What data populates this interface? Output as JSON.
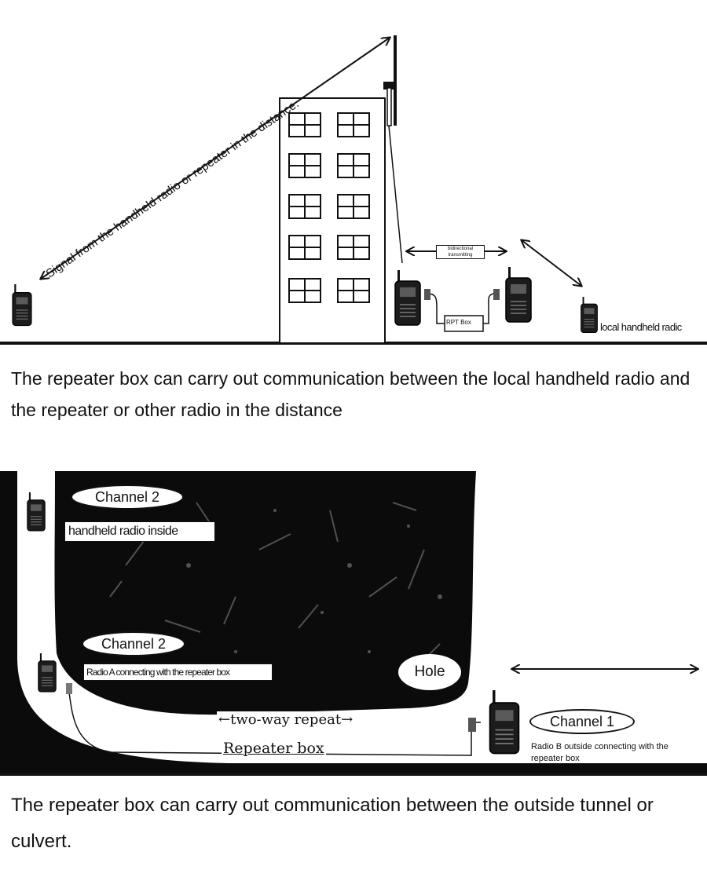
{
  "diagram1": {
    "signal_label": "Signal from the handheld radio or repeater in the distance.",
    "bidirectional_label": "bidirectional transmitting",
    "rpt_box_label": "RPT Box",
    "local_radio_label": "local handheld radic",
    "caption": "The repeater box can carry out communication between the local handheld radio and the repeater or other radio in the distance"
  },
  "diagram2": {
    "channel_2_top": "Channel 2",
    "handheld_inside": "handheld radio inside",
    "channel_2_mid": "Channel 2",
    "radio_a_label": "Radio A connecting with the repeater box",
    "hole_label": "Hole",
    "two_way_repeat": "←two-way repeat→",
    "repeater_box": "Repeater box",
    "channel_1": "Channel 1",
    "radio_b_label": "Radio B outside connecting with the repeater box",
    "caption": "The repeater box can carry out communication between the outside tunnel or culvert."
  },
  "colors": {
    "ink": "#111111",
    "paper": "#ffffff"
  },
  "icons": [
    "handheld-radio-icon",
    "antenna-icon",
    "building-icon",
    "repeater-box-icon",
    "cable-icon"
  ]
}
